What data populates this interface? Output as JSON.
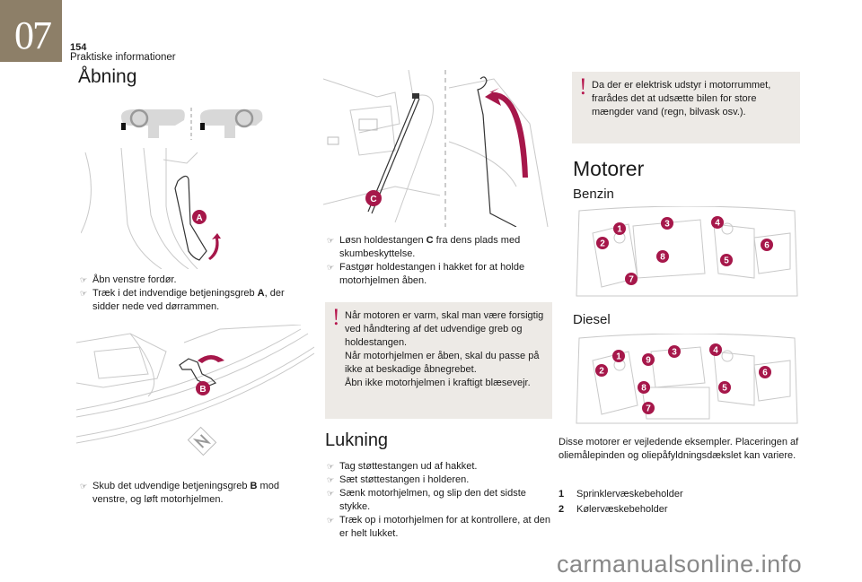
{
  "header": {
    "chapter_number": "07",
    "page_number": "154",
    "chapter_title": "Praktiske informationer"
  },
  "opening": {
    "title": "Åbning",
    "steps_a": [
      {
        "text": "Åbn venstre fordør."
      },
      {
        "text_before": "Træk i det indvendige betjeningsgreb ",
        "bold": "A",
        "text_after": ", der sidder nede ved dørrammen."
      }
    ],
    "steps_b": [
      {
        "text_before": "Skub det udvendige betjeningsgreb ",
        "bold": "B",
        "text_after": " mod venstre, og løft motorhjelmen."
      }
    ],
    "steps_c": [
      {
        "text_before": "Løsn holdestangen ",
        "bold": "C",
        "text_after": " fra dens plads med skumbeskyttelse."
      },
      {
        "text": "Fastgør holdestangen i hakket for at holde motorhjelmen åben."
      }
    ],
    "warning_mark": "!",
    "warning": "Når motoren er varm, skal man være forsigtig ved håndtering af det udvendige greb og holdestangen.\nNår motorhjelmen er åben, skal du passe på ikke at beskadige åbnegrebet.\nÅbn ikke motorhjelmen i kraftigt blæsevejr.",
    "illustration_labels": {
      "a": "A",
      "b": "B",
      "c": "C"
    }
  },
  "closing": {
    "title": "Lukning",
    "steps": [
      {
        "text": "Tag støttestangen ud af hakket."
      },
      {
        "text": "Sæt støttestangen i holderen."
      },
      {
        "text": "Sænk motorhjelmen, og slip den det sidste stykke."
      },
      {
        "text": "Træk op i motorhjelmen for at kontrollere, at den er helt lukket."
      }
    ]
  },
  "engines": {
    "warning_mark": "!",
    "warning": "Da der er elektrisk udstyr i motorrummet, frarådes det at udsætte bilen for store mængder vand (regn, bilvask osv.).",
    "title": "Motorer",
    "petrol_title": "Benzin",
    "petrol_markers": [
      "1",
      "2",
      "3",
      "4",
      "5",
      "6",
      "7",
      "8"
    ],
    "diesel_title": "Diesel",
    "diesel_markers": [
      "1",
      "2",
      "3",
      "4",
      "5",
      "6",
      "7",
      "8",
      "9"
    ],
    "description": "Disse motorer er vejledende eksempler. Placeringen af oliemålepinden og oliepåfyldningsdækslet kan variere.",
    "legend": [
      {
        "num": "1",
        "label": "Sprinklervæskebeholder"
      },
      {
        "num": "2",
        "label": "Kølervæskebeholder"
      }
    ]
  },
  "bullet_icon": "pointing-hand-icon",
  "bullet_glyph": "☞",
  "accent_color": "#a6174a",
  "chapter_color": "#8d7f68",
  "watermark": "carmanualsonline.info"
}
